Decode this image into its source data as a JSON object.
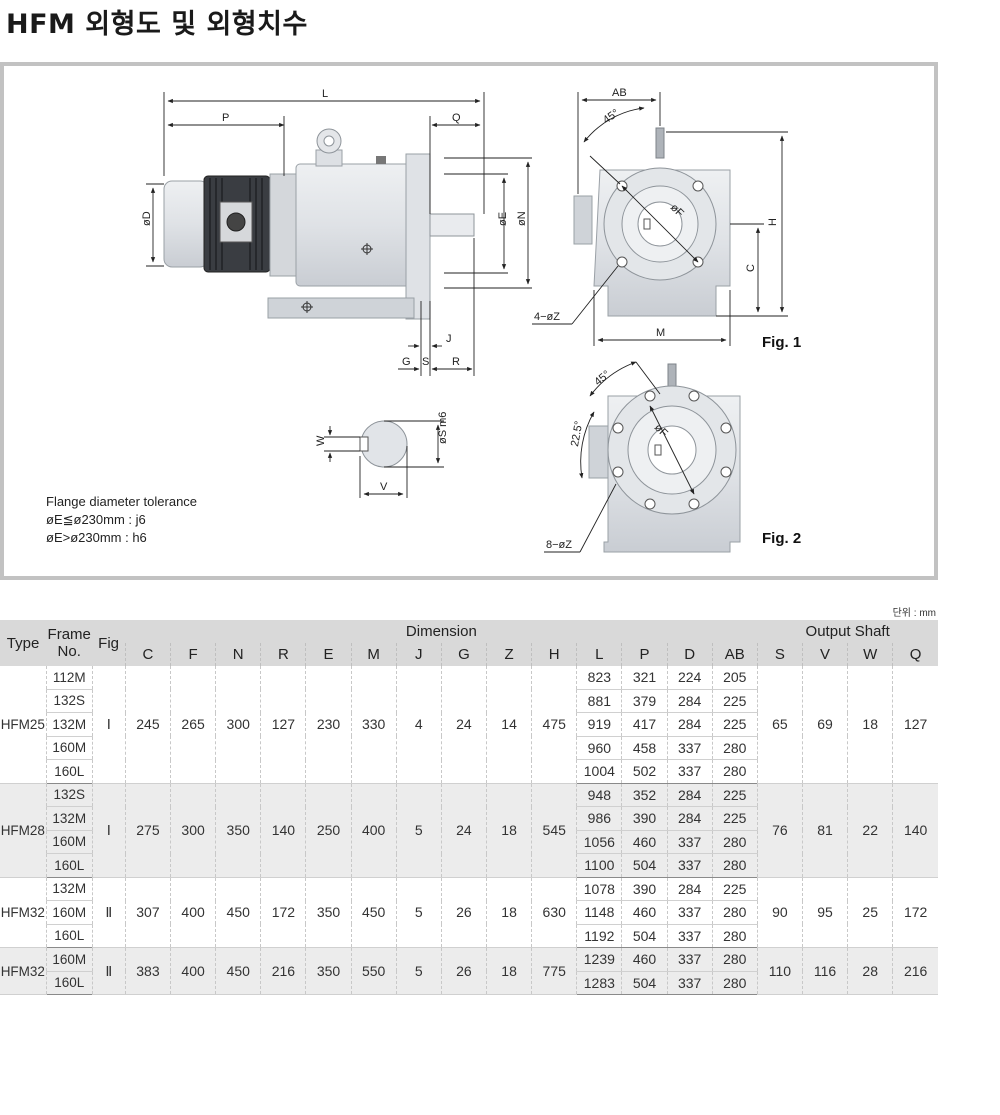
{
  "title": "HFM 외형도 및 외형치수",
  "tolerance": {
    "title": "Flange diameter tolerance",
    "line1": "øE≦ø230mm : j6",
    "line2": "øE>ø230mm : h6"
  },
  "figures": {
    "fig1": "Fig. 1",
    "fig2": "Fig. 2"
  },
  "dim_labels": {
    "L": "L",
    "P": "P",
    "Q": "Q",
    "D": "øD",
    "E": "øE",
    "N": "øN",
    "J": "J",
    "G": "G",
    "S": "S",
    "R": "R",
    "AB": "AB",
    "angle45": "45°",
    "F": "øF",
    "H": "H",
    "C": "C",
    "M": "M",
    "Z4": "4−øZ",
    "Z8": "8−øZ",
    "angle225": "22.5°",
    "W": "W",
    "V": "V",
    "Sm6": "øS m6"
  },
  "unit_note": "단위 : mm",
  "table": {
    "header": {
      "type": "Type",
      "frame_1": "Frame",
      "frame_2": "No.",
      "fig": "Fig",
      "dimension": "Dimension",
      "output_shaft": "Output Shaft",
      "cols": [
        "C",
        "F",
        "N",
        "R",
        "E",
        "M",
        "J",
        "G",
        "Z",
        "H",
        "L",
        "P",
        "D",
        "AB",
        "S",
        "V",
        "W",
        "Q"
      ]
    },
    "groups": [
      {
        "type": "HFM25",
        "fig": "Ⅰ",
        "C": "245",
        "F": "265",
        "N": "300",
        "R": "127",
        "E": "230",
        "M": "330",
        "J": "4",
        "G": "24",
        "Z": "14",
        "H": "475",
        "S": "65",
        "V": "69",
        "W": "18",
        "Q": "127",
        "rows": [
          {
            "frame": "112M",
            "L": "823",
            "P": "321",
            "D": "224",
            "AB": "205"
          },
          {
            "frame": "132S",
            "L": "881",
            "P": "379",
            "D": "284",
            "AB": "225"
          },
          {
            "frame": "132M",
            "L": "919",
            "P": "417",
            "D": "284",
            "AB": "225"
          },
          {
            "frame": "160M",
            "L": "960",
            "P": "458",
            "D": "337",
            "AB": "280"
          },
          {
            "frame": "160L",
            "L": "1004",
            "P": "502",
            "D": "337",
            "AB": "280"
          }
        ]
      },
      {
        "type": "HFM28",
        "fig": "Ⅰ",
        "C": "275",
        "F": "300",
        "N": "350",
        "R": "140",
        "E": "250",
        "M": "400",
        "J": "5",
        "G": "24",
        "Z": "18",
        "H": "545",
        "S": "76",
        "V": "81",
        "W": "22",
        "Q": "140",
        "rows": [
          {
            "frame": "132S",
            "L": "948",
            "P": "352",
            "D": "284",
            "AB": "225"
          },
          {
            "frame": "132M",
            "L": "986",
            "P": "390",
            "D": "284",
            "AB": "225"
          },
          {
            "frame": "160M",
            "L": "1056",
            "P": "460",
            "D": "337",
            "AB": "280"
          },
          {
            "frame": "160L",
            "L": "1100",
            "P": "504",
            "D": "337",
            "AB": "280"
          }
        ]
      },
      {
        "type": "HFM32",
        "fig": "Ⅱ",
        "C": "307",
        "F": "400",
        "N": "450",
        "R": "172",
        "E": "350",
        "M": "450",
        "J": "5",
        "G": "26",
        "Z": "18",
        "H": "630",
        "S": "90",
        "V": "95",
        "W": "25",
        "Q": "172",
        "rows": [
          {
            "frame": "132M",
            "L": "1078",
            "P": "390",
            "D": "284",
            "AB": "225"
          },
          {
            "frame": "160M",
            "L": "1148",
            "P": "460",
            "D": "337",
            "AB": "280"
          },
          {
            "frame": "160L",
            "L": "1192",
            "P": "504",
            "D": "337",
            "AB": "280"
          }
        ]
      },
      {
        "type": "HFM32",
        "fig": "Ⅱ",
        "C": "383",
        "F": "400",
        "N": "450",
        "R": "216",
        "E": "350",
        "M": "550",
        "J": "5",
        "G": "26",
        "Z": "18",
        "H": "775",
        "S": "110",
        "V": "116",
        "W": "28",
        "Q": "216",
        "rows": [
          {
            "frame": "160M",
            "L": "1239",
            "P": "460",
            "D": "337",
            "AB": "280"
          },
          {
            "frame": "160L",
            "L": "1283",
            "P": "504",
            "D": "337",
            "AB": "280"
          }
        ]
      }
    ]
  }
}
